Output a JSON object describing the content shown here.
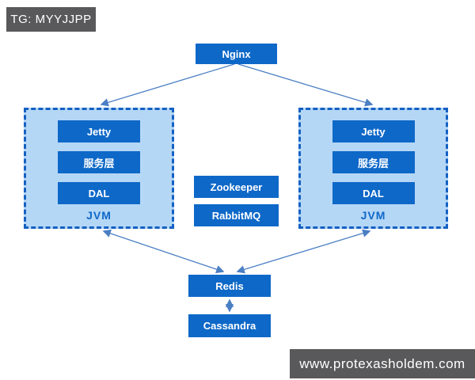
{
  "watermarks": {
    "telegram_badge": "TG: MYYJJPP",
    "website_badge": "www.protexasholdem.com"
  },
  "colors": {
    "node_fill": "#0e68c8",
    "node_text": "#ffffff",
    "cluster_fill": "#b5d7f6",
    "cluster_border": "#1461c4",
    "arrow": "#4b7fc4",
    "badge_bg": "#59595b",
    "badge_text": "#ffffff",
    "background": "#ffffff"
  },
  "diagram": {
    "nodes": {
      "nginx": "Nginx",
      "zookeeper": "Zookeeper",
      "rabbitmq": "RabbitMQ",
      "redis": "Redis",
      "cassandra": "Cassandra"
    },
    "left_cluster": {
      "items": [
        "Jetty",
        "服务层",
        "DAL"
      ],
      "label": "JVM"
    },
    "right_cluster": {
      "items": [
        "Jetty",
        "服务层",
        "DAL"
      ],
      "label": "JVM"
    },
    "edges": [
      {
        "from": "Nginx",
        "to": "left JVM cluster",
        "direction": "one-way"
      },
      {
        "from": "Nginx",
        "to": "right JVM cluster",
        "direction": "one-way"
      },
      {
        "from": "left JVM cluster",
        "to": "Redis",
        "direction": "two-way"
      },
      {
        "from": "right JVM cluster",
        "to": "Redis",
        "direction": "two-way"
      },
      {
        "from": "Redis",
        "to": "Cassandra",
        "direction": "two-way"
      }
    ]
  }
}
